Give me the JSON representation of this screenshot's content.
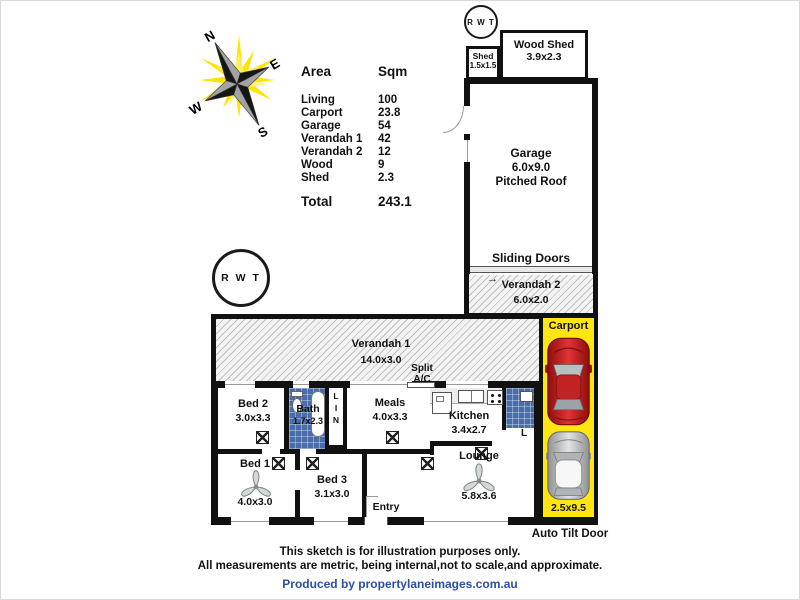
{
  "compass": {
    "n": "N",
    "e": "E",
    "s": "S",
    "w": "W"
  },
  "rwt": {
    "label": "R W T"
  },
  "area_table": {
    "col_area": "Area",
    "col_sqm": "Sqm",
    "rows": [
      {
        "label": "Living",
        "value": "100"
      },
      {
        "label": "Carport",
        "value": "23.8"
      },
      {
        "label": "Garage",
        "value": "54"
      },
      {
        "label": "Verandah 1",
        "value": "42"
      },
      {
        "label": "Verandah 2",
        "value": "12"
      },
      {
        "label": "Wood",
        "value": "9"
      },
      {
        "label": "Shed",
        "value": "2.3"
      }
    ],
    "total_label": "Total",
    "total_value": "243.1"
  },
  "outbuildings": {
    "shed": {
      "name": "Shed",
      "dims": "1.5x1.5"
    },
    "wood_shed": {
      "name": "Wood Shed",
      "dims": "3.9x2.3"
    },
    "garage": {
      "name": "Garage",
      "dims": "6.0x9.0",
      "roof": "Pitched Roof",
      "sliding": "Sliding Doors"
    }
  },
  "verandahs": {
    "v1": {
      "name": "Verandah 1",
      "dims": "14.0x3.0"
    },
    "v2": {
      "name": "Verandah 2",
      "dims": "6.0x2.0"
    }
  },
  "carport": {
    "name": "Carport",
    "dims": "2.5x9.5",
    "door": "Auto Tilt Door"
  },
  "rooms": {
    "bed1": {
      "name": "Bed 1",
      "dims": "4.0x3.0"
    },
    "bed2": {
      "name": "Bed 2",
      "dims": "3.0x3.3"
    },
    "bed3": {
      "name": "Bed 3",
      "dims": "3.1x3.0"
    },
    "bath": {
      "name": "Bath",
      "dims": "1.7x2.3"
    },
    "meals": {
      "name": "Meals",
      "dims": "4.0x3.3"
    },
    "kitchen": {
      "name": "Kitchen",
      "dims": "3.4x2.7"
    },
    "lounge": {
      "name": "Lounge",
      "dims": "5.8x3.6"
    },
    "entry": {
      "name": "Entry"
    },
    "linen": {
      "letters": [
        "L",
        "I",
        "N"
      ]
    },
    "laundry": {
      "label": "L"
    },
    "split_ac": {
      "line1": "Split",
      "line2": "A/C"
    }
  },
  "symbols": {
    "arrow_left": "←",
    "arrow_right": "→"
  },
  "footer": {
    "line1": "This sketch is for illustration purposes only.",
    "line2": "All measurements are metric, being internal,not to scale,and approximate.",
    "credit": "Produced by propertylaneimages.com.au"
  },
  "colors": {
    "wall": "#111111",
    "carport": "#ffe612",
    "tile": "#4a6da9",
    "credit": "#2b4fa3",
    "car_red": "#b51212",
    "car_silver": "#c6c8ca"
  }
}
